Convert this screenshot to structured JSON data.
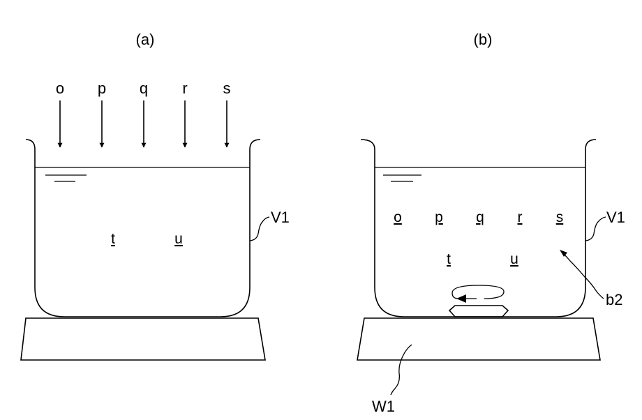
{
  "panel_a": {
    "caption": "(a)",
    "arrow_labels": [
      "o",
      "p",
      "q",
      "r",
      "s"
    ],
    "contents": [
      "t",
      "u"
    ],
    "vessel_label": "V1"
  },
  "panel_b": {
    "caption": "(b)",
    "contents_top": [
      "o",
      "p",
      "q",
      "r",
      "s"
    ],
    "contents_bottom": [
      "t",
      "u"
    ],
    "vessel_label": "V1",
    "solution_label": "b2",
    "plate_label": "W1"
  },
  "colors": {
    "line": "#000000",
    "background": "#ffffff"
  }
}
